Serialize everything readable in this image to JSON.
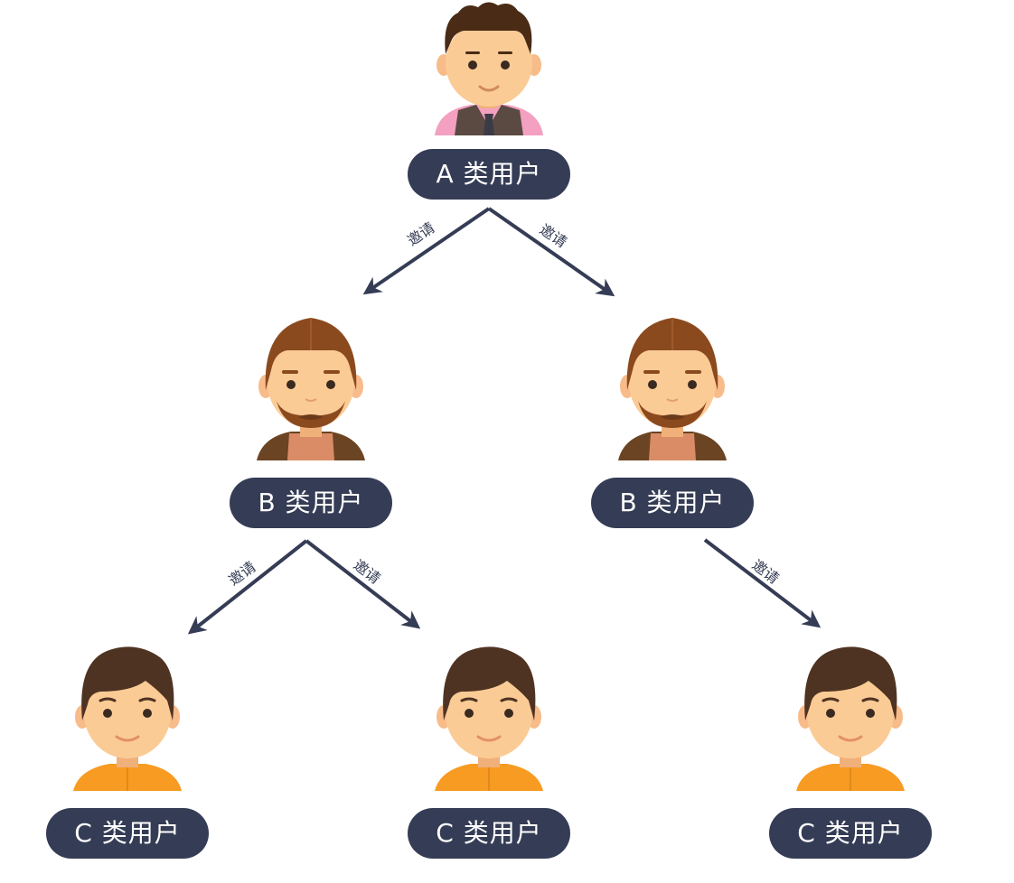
{
  "colors": {
    "pill_bg": "#353c55",
    "pill_text": "#ffffff",
    "arrow": "#353c55",
    "skin": "#fbcb96",
    "hair_a": "#4a2b16",
    "hair_b": "#8b4a1e",
    "hair_c": "#4f3322",
    "shirt_a": "#f4a0c0",
    "vest_a": "#5a4a42",
    "vest_b": "#6b4423",
    "shirt_b": "#d98c66",
    "shirt_c": "#f79b22"
  },
  "nodes": {
    "a": {
      "label": "A 类用户",
      "avatar": "user-a-avatar-icon"
    },
    "b1": {
      "label": "B 类用户",
      "avatar": "user-b-avatar-icon"
    },
    "b2": {
      "label": "B 类用户",
      "avatar": "user-b-avatar-icon"
    },
    "c1": {
      "label": "C 类用户",
      "avatar": "user-c-avatar-icon"
    },
    "c2": {
      "label": "C 类用户",
      "avatar": "user-c-avatar-icon"
    },
    "c3": {
      "label": "C 类用户",
      "avatar": "user-c-avatar-icon"
    }
  },
  "edges": [
    {
      "from": "a",
      "to": "b1",
      "label": "邀请"
    },
    {
      "from": "a",
      "to": "b2",
      "label": "邀请"
    },
    {
      "from": "b1",
      "to": "c1",
      "label": "邀请"
    },
    {
      "from": "b1",
      "to": "c2",
      "label": "邀请"
    },
    {
      "from": "b2",
      "to": "c3",
      "label": "邀请"
    }
  ]
}
